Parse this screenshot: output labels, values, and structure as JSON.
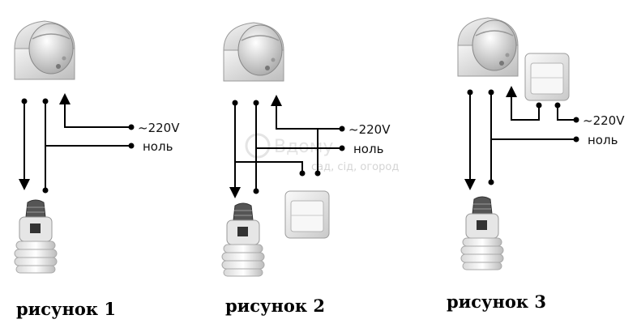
{
  "labels": {
    "voltage": "~220V",
    "neutral": "ноль"
  },
  "captions": {
    "fig1": "рисунок 1",
    "fig2": "рисунок 2",
    "fig3": "рисунок 3"
  },
  "watermark": {
    "main": "Вдому",
    "sub": "сад, сід, огород"
  }
}
